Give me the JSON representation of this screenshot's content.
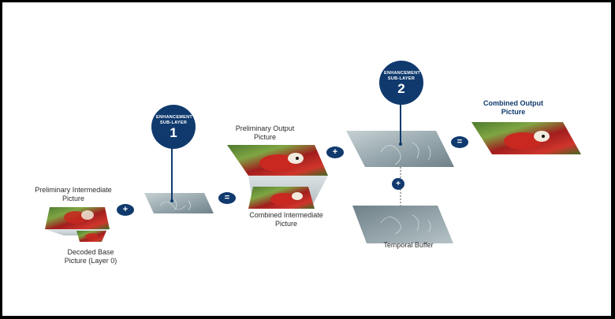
{
  "colors": {
    "navy": "#103a6e",
    "gray_plane": "#8e9fa6",
    "label_text": "#2b2b2b"
  },
  "enhancement_1": {
    "title": "ENHANCEMENT SUB-LAYER",
    "number": "1"
  },
  "enhancement_2": {
    "title": "ENHANCEMENT SUB-LAYER",
    "number": "2"
  },
  "labels": {
    "preliminary_intermediate": "Preliminary Intermediate Picture",
    "decoded_base": "Decoded Base Picture (Layer 0)",
    "preliminary_output": "Preliminary Output Picture",
    "combined_intermediate": "Combined Intermediate Picture",
    "combined_output": "Combined Output Picture",
    "temporal_buffer": "Temporal Buffer"
  },
  "operators": {
    "plus": "+",
    "equals": "="
  }
}
